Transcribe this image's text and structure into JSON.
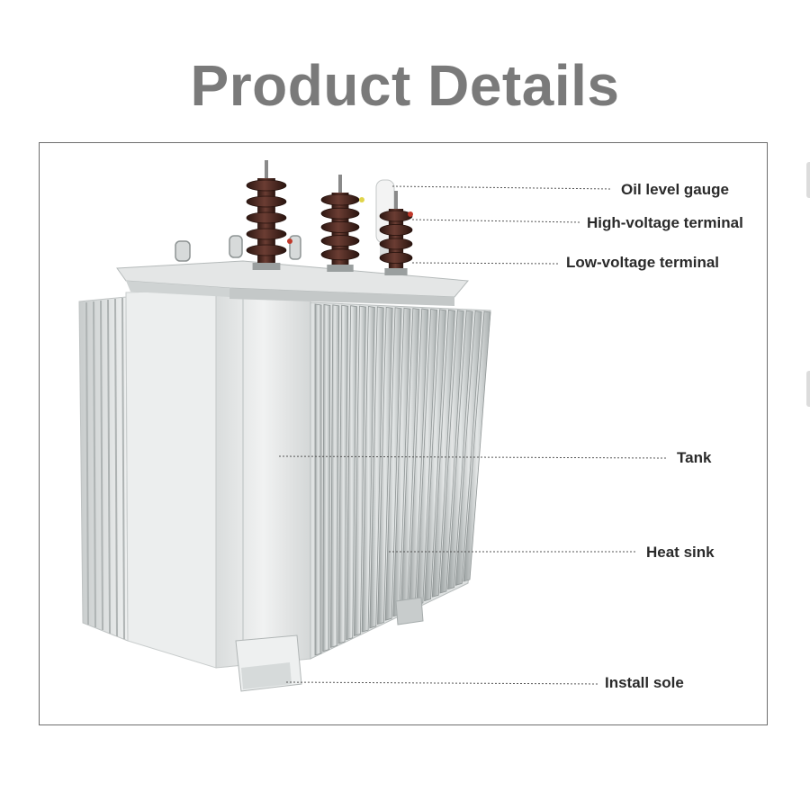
{
  "title": "Product Details",
  "labels": {
    "oil_level_gauge": "Oil level gauge",
    "high_voltage_terminal": "High-voltage terminal",
    "low_voltage_terminal": "Low-voltage terminal",
    "tank": "Tank",
    "heat_sink": "Heat sink",
    "install_sole": "Install sole"
  },
  "colors": {
    "title": "#7a7a7a",
    "tank": "#e6e8e8",
    "fin": "#b9bfbf",
    "bushing": "#4a2a22",
    "leader": "#555555"
  }
}
